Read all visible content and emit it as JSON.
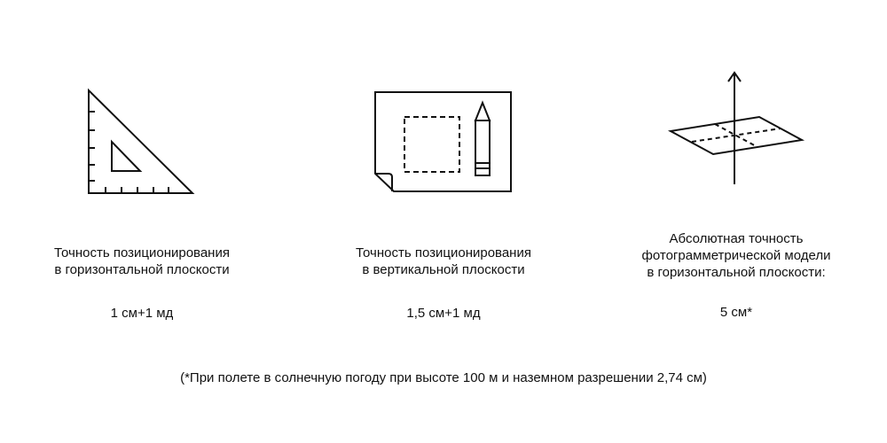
{
  "items": [
    {
      "icon": "set-square-ruler-icon",
      "lines": [
        "Точность позиционирования",
        "в горизонтальной плоскости"
      ],
      "value": "1 см+1 мд"
    },
    {
      "icon": "drawing-paper-pencil-icon",
      "lines": [
        "Точность позиционирования",
        "в вертикальной плоскости"
      ],
      "value": "1,5 см+1 мд"
    },
    {
      "icon": "plane-axis-icon",
      "lines": [
        "Абсолютная точность",
        "фотограмметрической модели",
        "в горизонтальной плоскости:"
      ],
      "value": "5 см*"
    }
  ],
  "footnote": "(*При полете в солнечную погоду при высоте 100 м и наземном разрешении 2,74 см)",
  "colors": {
    "text": "#111111",
    "background": "#ffffff"
  }
}
